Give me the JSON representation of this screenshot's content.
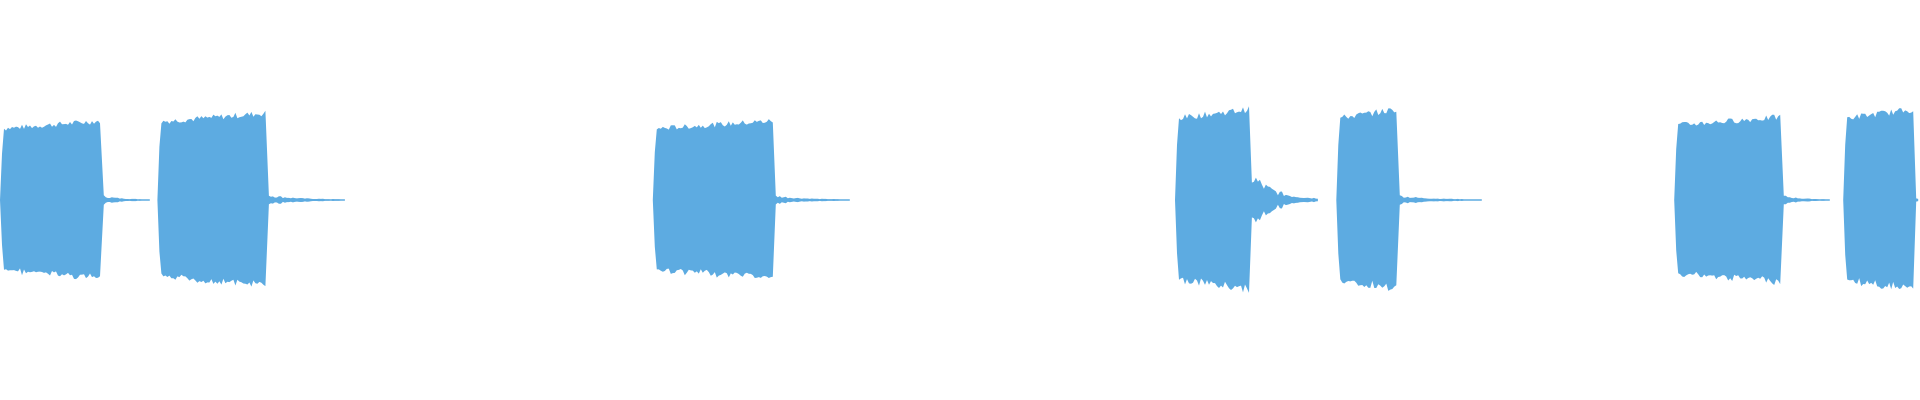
{
  "waveform": {
    "color": "#5dabe1",
    "background": "#ffffff",
    "duration": 1.0,
    "amplitude_range": [
      -1,
      1
    ],
    "segments": [
      {
        "type": "burst",
        "start": 0.0,
        "end": 0.053,
        "peak": 0.82,
        "trail_end": 0.078,
        "trail_amp": 0.05
      },
      {
        "type": "burst",
        "start": 0.082,
        "end": 0.139,
        "peak": 0.9,
        "trail_end": 0.18,
        "trail_amp": 0.06
      },
      {
        "type": "burst",
        "start": 0.34,
        "end": 0.403,
        "peak": 0.82,
        "trail_end": 0.443,
        "trail_amp": 0.05
      },
      {
        "type": "burst",
        "start": 0.612,
        "end": 0.651,
        "peak": 0.94,
        "trail_end": 0.687,
        "trail_amp": 0.35
      },
      {
        "type": "burst",
        "start": 0.696,
        "end": 0.728,
        "peak": 0.94,
        "trail_end": 0.772,
        "trail_amp": 0.05
      },
      {
        "type": "burst",
        "start": 0.872,
        "end": 0.928,
        "peak": 0.86,
        "trail_end": 0.954,
        "trail_amp": 0.05
      },
      {
        "type": "burst",
        "start": 0.96,
        "end": 0.997,
        "peak": 0.94,
        "trail_end": 1.0,
        "trail_amp": 0.05
      }
    ]
  }
}
